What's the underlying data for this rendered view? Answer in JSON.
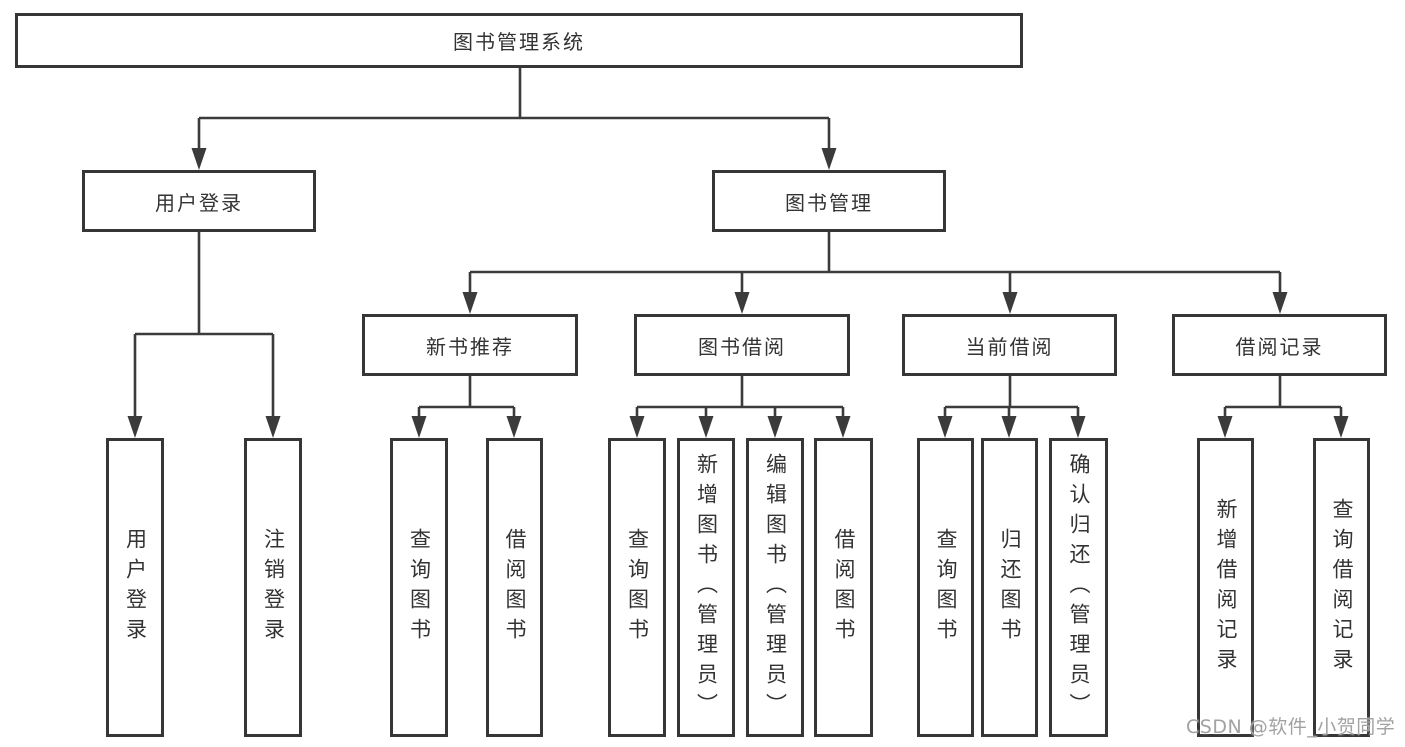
{
  "diagram": {
    "root_label": "图书管理系统",
    "branches": {
      "user_login": {
        "label": "用户登录",
        "children": [
          "用户登录",
          "注销登录"
        ]
      },
      "book_mgmt": {
        "label": "图书管理",
        "sections": {
          "new_book_rec": {
            "label": "新书推荐",
            "children": [
              "查询图书",
              "借阅图书"
            ]
          },
          "book_borrowing": {
            "label": "图书借阅",
            "children": [
              "查询图书",
              "新增图书（管理员）",
              "编辑图书（管理员）",
              "借阅图书"
            ]
          },
          "current_borrowing": {
            "label": "当前借阅",
            "children": [
              "查询图书",
              "归还图书",
              "确认归还（管理员）"
            ]
          },
          "borrowing_records": {
            "label": "借阅记录",
            "children": [
              "新增借阅记录",
              "查询借阅记录"
            ]
          }
        }
      }
    }
  },
  "watermark": "CSDN @软件_小贺同学",
  "colors": {
    "line": "#3b3b3b",
    "text": "#333333",
    "background": "#ffffff",
    "watermark": "#a2a2a2"
  }
}
